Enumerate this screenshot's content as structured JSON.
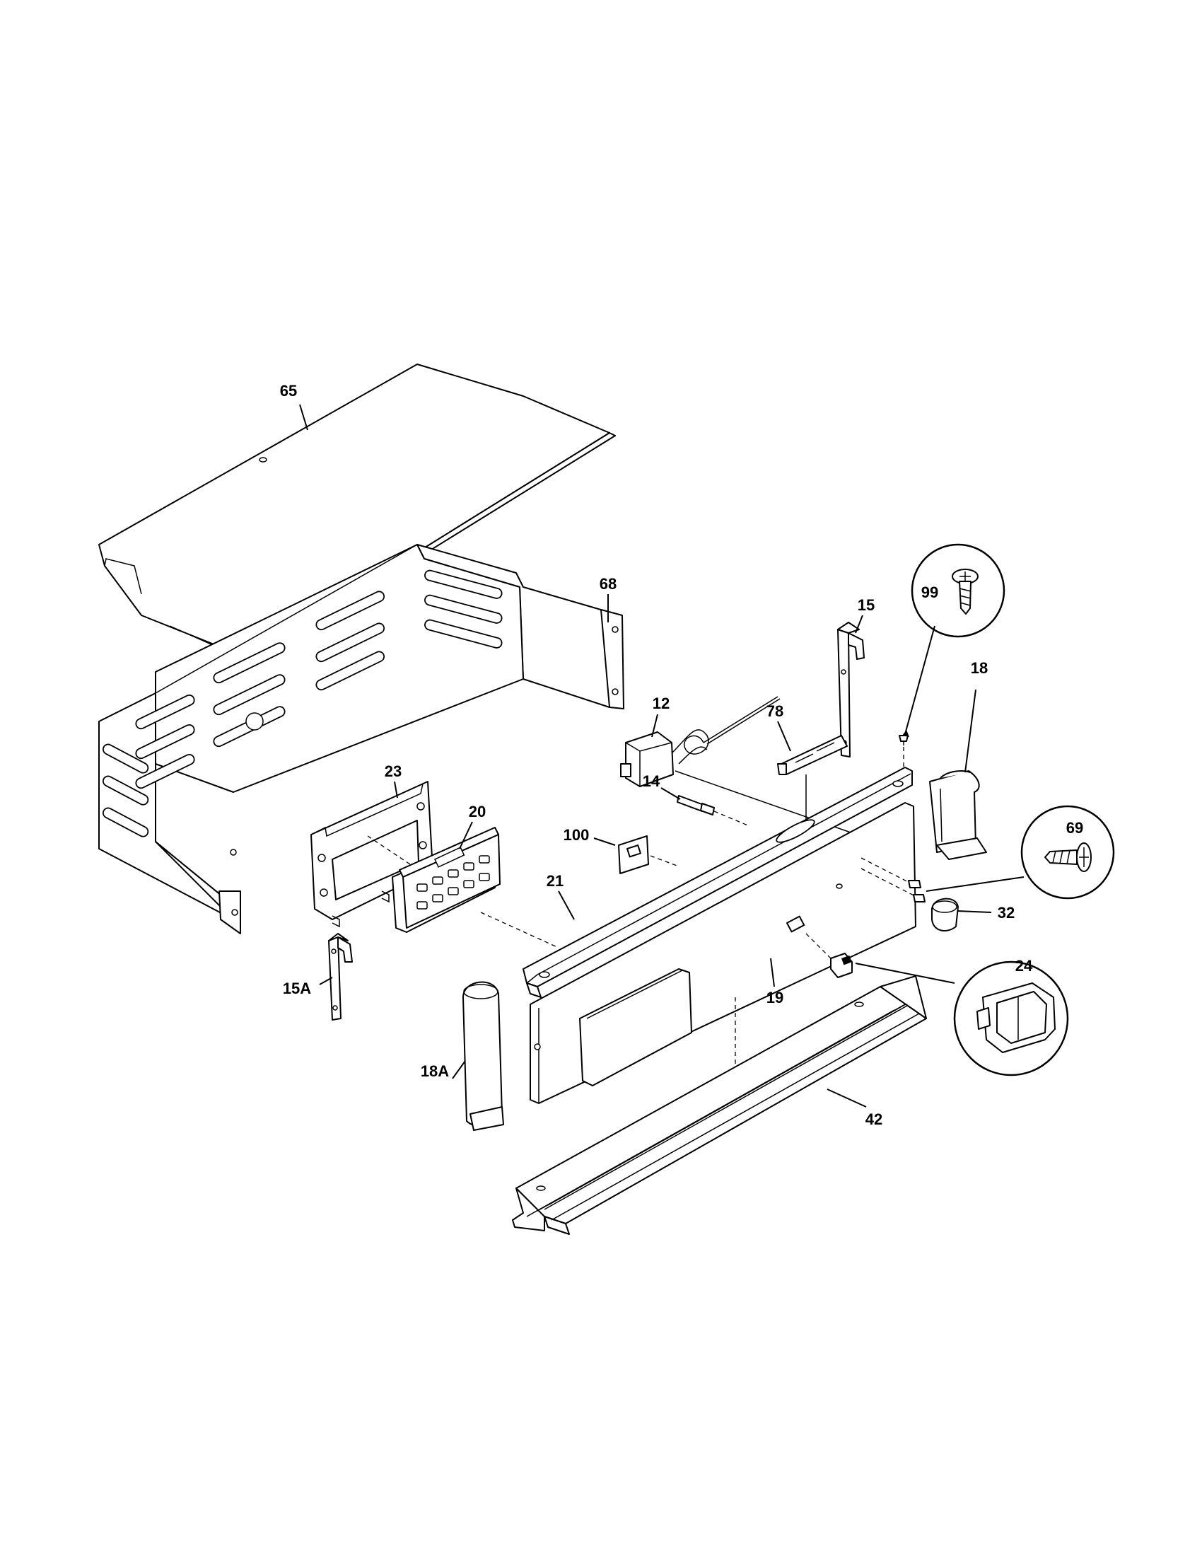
{
  "callouts": {
    "c65": "65",
    "c68": "68",
    "c15": "15",
    "c99": "99",
    "c18": "18",
    "c12": "12",
    "c78": "78",
    "c23": "23",
    "c14": "14",
    "c20": "20",
    "c100": "100",
    "c69": "69",
    "c21": "21",
    "c32": "32",
    "c24": "24",
    "c19": "19",
    "c15A": "15A",
    "c18A": "18A",
    "c42": "42"
  }
}
